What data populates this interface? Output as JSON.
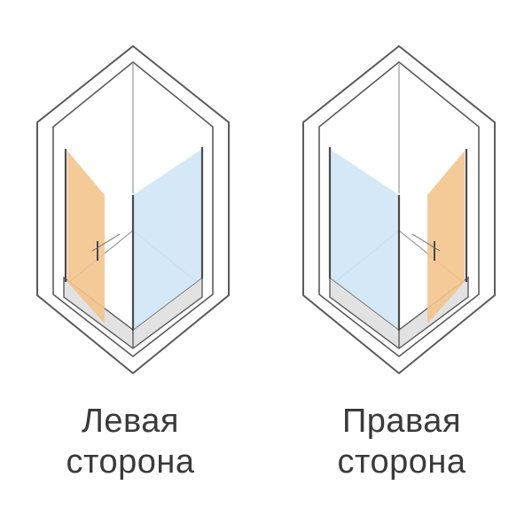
{
  "options": [
    {
      "id": "left",
      "caption_line1": "Левая",
      "caption_line2": "сторона",
      "door_side": "left"
    },
    {
      "id": "right",
      "caption_line1": "Правая",
      "caption_line2": "сторона",
      "door_side": "right"
    }
  ],
  "colors": {
    "frame_stroke": "#5b5b5b",
    "glass_blue": "#cfe6f7",
    "door_orange": "#f4c48e",
    "tray_grey": "#e2e2e2",
    "background": "#ffffff",
    "caption_text": "#3a3a3a"
  }
}
